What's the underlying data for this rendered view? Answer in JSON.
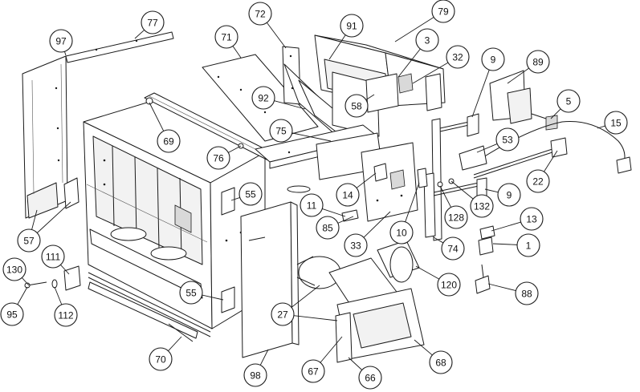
{
  "callouts": [
    {
      "id": "c97",
      "label": "97"
    },
    {
      "id": "c77",
      "label": "77"
    },
    {
      "id": "c71",
      "label": "71"
    },
    {
      "id": "c72",
      "label": "72"
    },
    {
      "id": "c91",
      "label": "91"
    },
    {
      "id": "c79",
      "label": "79"
    },
    {
      "id": "c3",
      "label": "3"
    },
    {
      "id": "c32",
      "label": "32"
    },
    {
      "id": "c9a",
      "label": "9"
    },
    {
      "id": "c89",
      "label": "89"
    },
    {
      "id": "c5",
      "label": "5"
    },
    {
      "id": "c15",
      "label": "15"
    },
    {
      "id": "c92",
      "label": "92"
    },
    {
      "id": "c58",
      "label": "58"
    },
    {
      "id": "c75",
      "label": "75"
    },
    {
      "id": "c69",
      "label": "69"
    },
    {
      "id": "c76",
      "label": "76"
    },
    {
      "id": "c53",
      "label": "53"
    },
    {
      "id": "c22",
      "label": "22"
    },
    {
      "id": "c14",
      "label": "14"
    },
    {
      "id": "c55a",
      "label": "55"
    },
    {
      "id": "c11",
      "label": "11"
    },
    {
      "id": "c9b",
      "label": "9"
    },
    {
      "id": "c132",
      "label": "132"
    },
    {
      "id": "c128",
      "label": "128"
    },
    {
      "id": "c13",
      "label": "13"
    },
    {
      "id": "c85",
      "label": "85"
    },
    {
      "id": "c10",
      "label": "10"
    },
    {
      "id": "c33",
      "label": "33"
    },
    {
      "id": "c74",
      "label": "74"
    },
    {
      "id": "c1",
      "label": "1"
    },
    {
      "id": "c57",
      "label": "57"
    },
    {
      "id": "c111",
      "label": "111"
    },
    {
      "id": "c130",
      "label": "130"
    },
    {
      "id": "c120",
      "label": "120"
    },
    {
      "id": "c88",
      "label": "88"
    },
    {
      "id": "c55b",
      "label": "55"
    },
    {
      "id": "c95",
      "label": "95"
    },
    {
      "id": "c112",
      "label": "112"
    },
    {
      "id": "c27",
      "label": "27"
    },
    {
      "id": "c70",
      "label": "70"
    },
    {
      "id": "c68",
      "label": "68"
    },
    {
      "id": "c67",
      "label": "67"
    },
    {
      "id": "c66",
      "label": "66"
    },
    {
      "id": "c98",
      "label": "98"
    }
  ]
}
